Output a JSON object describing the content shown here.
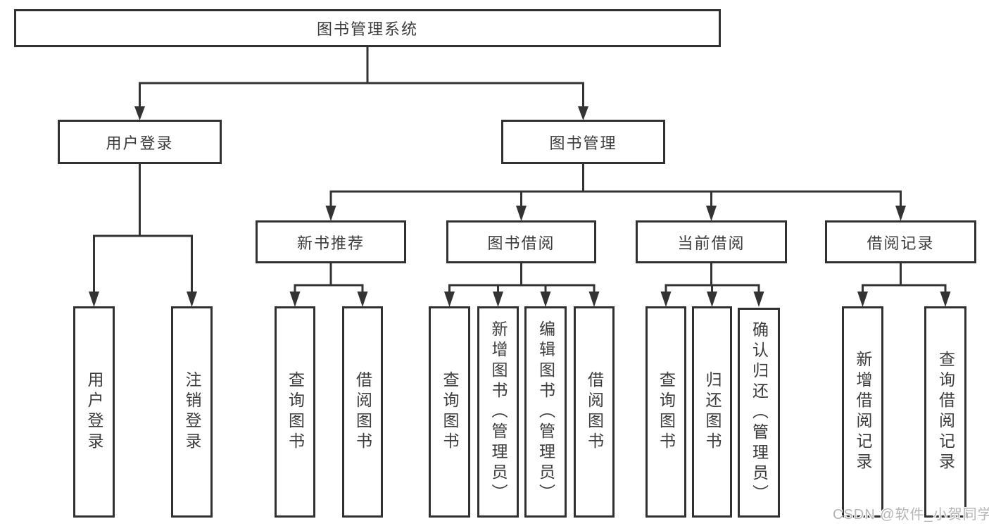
{
  "diagram": {
    "title": "图书管理系统",
    "root": "图书管理系统",
    "branches": [
      {
        "label": "用户登录",
        "children": [
          "用户登录",
          "注销登录"
        ]
      },
      {
        "label": "图书管理",
        "groups": [
          {
            "label": "新书推荐",
            "children": [
              "查询图书",
              "借阅图书"
            ]
          },
          {
            "label": "图书借阅",
            "children": [
              "查询图书",
              "新增图书（管理员）",
              "编辑图书（管理员）",
              "借阅图书"
            ]
          },
          {
            "label": "当前借阅",
            "children": [
              "查询图书",
              "归还图书",
              "确认归还（管理员）"
            ]
          },
          {
            "label": "借阅记录",
            "children": [
              "新增借阅记录",
              "查询借阅记录"
            ]
          }
        ]
      }
    ]
  },
  "watermark": "CSDN @软件_小贺同学",
  "colors": {
    "line": "#333333",
    "border": "#313131",
    "text": "#3c3c3c",
    "watermark": "#b5b5b5",
    "background": "#ffffff"
  }
}
